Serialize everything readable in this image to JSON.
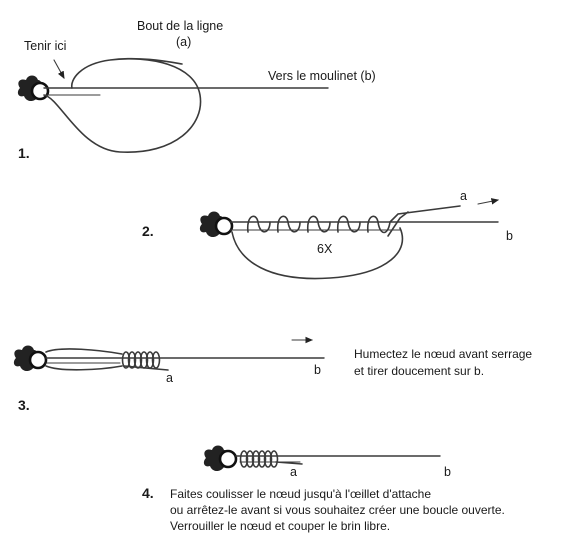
{
  "step1": {
    "number": "1.",
    "hold_label": "Tenir ici",
    "line_end_label": "Bout de la ligne",
    "line_end_letter": "(a)",
    "reel_label": "Vers le moulinet (b)"
  },
  "step2": {
    "number": "2.",
    "turns_label": "6X",
    "end_a": "a",
    "end_b": "b"
  },
  "step3": {
    "number": "3.",
    "end_a": "a",
    "end_b": "b",
    "note_line1": "Humectez le nœud avant serrage",
    "note_line2": "et tirer doucement sur b."
  },
  "step4": {
    "number": "4.",
    "end_a": "a",
    "end_b": "b",
    "text_line1": "Faites coulisser le nœud jusqu'à l'œillet d'attache",
    "text_line2": "ou arrêtez-le avant si vous souhaitez créer une boucle ouverte.",
    "text_line3": "Verrouiller le nœud et couper le brin libre."
  }
}
